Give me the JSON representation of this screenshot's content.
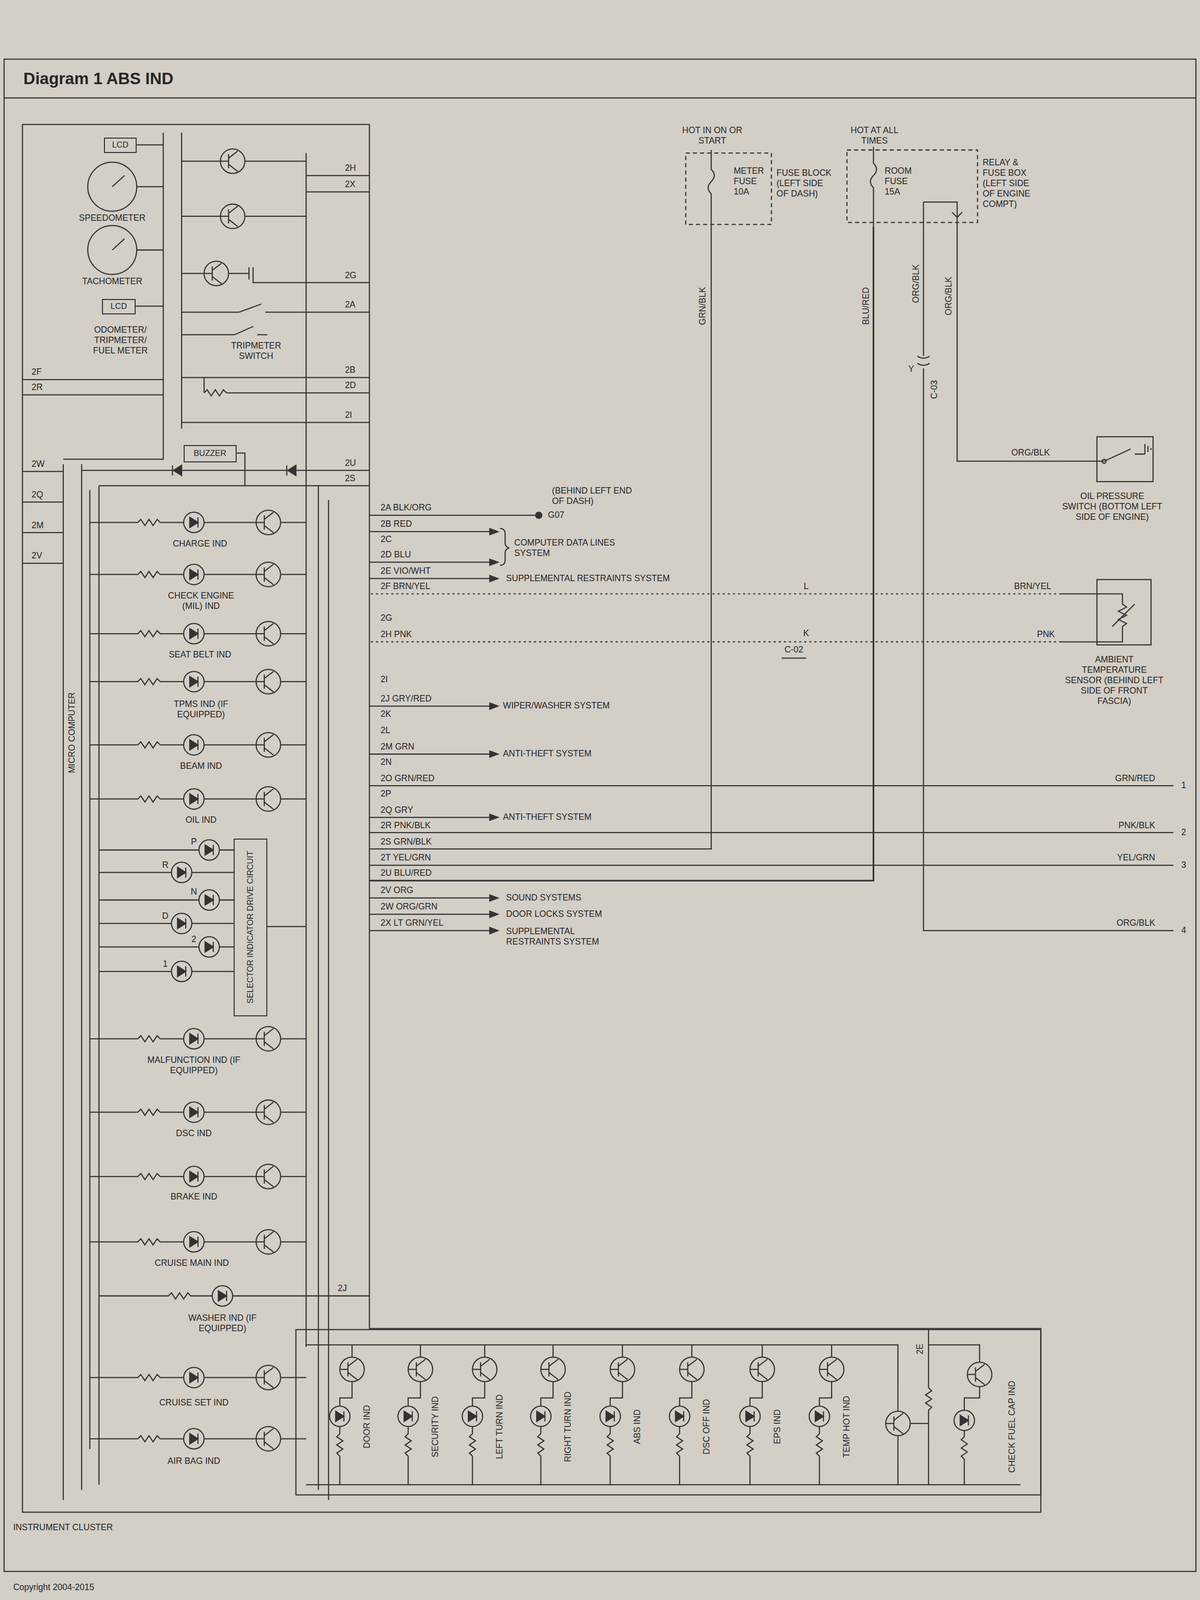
{
  "diagram": {
    "title": "Diagram 1 ABS IND",
    "nodes": [
      {
        "text": [
          "INSTRUMENT CLUSTER"
        ]
      },
      {
        "text": [
          "LCD"
        ],
        "in": 0
      },
      {
        "text": [
          "SPEEDOMETER"
        ],
        "in": 0
      },
      {
        "text": [
          "TACHOMETER"
        ],
        "in": 0
      },
      {
        "text": [
          "LCD"
        ],
        "in": 0
      },
      {
        "text": [
          "BUZZER"
        ],
        "in": 0
      },
      {
        "text": [
          "SELECTOR INDICATOR DRIVE CIRCUIT"
        ],
        "in": 0
      },
      {
        "text": [
          "HOT IN ON OR START",
          "METER FUSE 10A",
          "FUSE BLOCK (LEFT SIDE OF DASH)"
        ]
      },
      {
        "text": [
          "HOT AT ALL TIMES",
          "ROOM FUSE 15A",
          "RELAY & FUSE BOX (LEFT SIDE OF ENGINE COMPT)"
        ]
      },
      {
        "text": [
          "OIL PRESSURE SWITCH (BOTTOM LEFT SIDE OF ENGINE)"
        ]
      },
      {
        "text": [
          "AMBIENT TEMPERATURE SENSOR (BEHIND LEFT SIDE OF FRONT FASCIA)"
        ]
      }
    ],
    "edges": [
      {
        "from": 7,
        "to": 0,
        "arrow": "none",
        "label": "GRN/BLK"
      },
      {
        "from": 8,
        "to": 0,
        "arrow": "none",
        "label": "BLU/RED"
      },
      {
        "from": 8,
        "to": 9,
        "arrow": "none",
        "label": "ORG/BLK"
      },
      {
        "from": 10,
        "to": 0,
        "arrow": "none",
        "label": "BRN/YEL"
      },
      {
        "from": 10,
        "to": 0,
        "arrow": "none",
        "label": "PNK"
      }
    ],
    "labels": [
      "2H",
      "2X",
      "2G",
      "2A",
      "TRIPMETER SWITCH",
      "ODOMETER/ TRIPMETER/ FUEL METER",
      "2B",
      "2D",
      "2I",
      "2U",
      "2S",
      "2F",
      "2R",
      "2W",
      "2Q",
      "2M",
      "2V",
      "MICRO COMPUTER",
      "CHARGE IND",
      "CHECK ENGINE (MIL) IND",
      "SEAT BELT IND",
      "TPMS IND (IF EQUIPPED)",
      "BEAM IND",
      "OIL IND",
      "P",
      "R",
      "N",
      "D",
      "2",
      "1",
      "MALFUNCTION IND (IF EQUIPPED)",
      "DSC IND",
      "BRAKE IND",
      "CRUISE MAIN IND",
      "WASHER IND (IF EQUIPPED)",
      "2J",
      "CRUISE SET IND",
      "AIR BAG IND",
      "DOOR IND",
      "SECURITY IND",
      "LEFT TURN IND",
      "RIGHT TURN IND",
      "ABS IND",
      "DSC OFF IND",
      "EPS IND",
      "TEMP HOT IND",
      "2E",
      "CHECK FUEL CAP IND",
      "2A BLK/ORG",
      "(BEHIND LEFT END OF DASH)",
      "G07",
      "2B RED",
      "2C",
      "COMPUTER DATA LINES SYSTEM",
      "2D BLU",
      "2E VIO/WHT",
      "SUPPLEMENTAL RESTRAINTS SYSTEM",
      "2F BRN/YEL",
      "L",
      "2G",
      "2H PNK",
      "K",
      "C-02",
      "2I",
      "2J GRY/RED",
      "WIPER/WASHER SYSTEM",
      "2K",
      "2L",
      "2M GRN",
      "ANTI-THEFT SYSTEM",
      "2N",
      "2O GRN/RED",
      "2P",
      "2Q GRY",
      "ANTI-THEFT SYSTEM",
      "2R PNK/BLK",
      "2S GRN/BLK",
      "2T YEL/GRN",
      "2U BLU/RED",
      "2V ORG",
      "SOUND SYSTEMS",
      "2W ORG/GRN",
      "DOOR LOCKS SYSTEM",
      "2X LT GRN/YEL",
      "SUPPLEMENTAL RESTRAINTS SYSTEM",
      "GRN/RED",
      "1",
      "PNK/BLK",
      "2",
      "YEL/GRN",
      "3",
      "ORG/BLK",
      "4",
      "ORG/BLK",
      "Y",
      "C-03",
      "Copyright 2004-2015",
      "ORG/BLK"
    ]
  }
}
